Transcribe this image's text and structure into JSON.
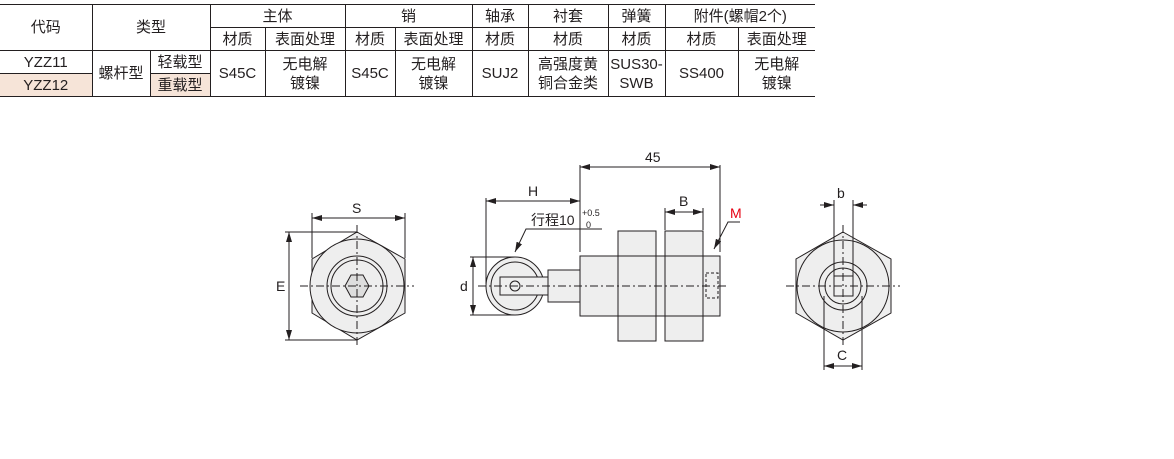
{
  "table": {
    "headers": {
      "code": "代码",
      "type": "类型",
      "body": "主体",
      "pin": "销",
      "bearing": "轴承",
      "bushing": "衬套",
      "spring": "弹簧",
      "accessory": "附件(螺帽2个)"
    },
    "subheaders": {
      "material": "材质",
      "surface": "表面处理"
    },
    "rows": [
      {
        "code": "YZZ11",
        "load": "轻载型"
      },
      {
        "code": "YZZ12",
        "load": "重载型"
      }
    ],
    "type_value": "螺杆型",
    "body_material": "S45C",
    "body_surface_1": "无电解",
    "body_surface_2": "镀镍",
    "pin_material": "S45C",
    "pin_surface_1": "无电解",
    "pin_surface_2": "镀镍",
    "bearing_material": "SUJ2",
    "bushing_material_1": "高强度黄",
    "bushing_material_2": "铜合金类",
    "spring_material_1": "SUS30-",
    "spring_material_2": "SWB",
    "acc_material": "SS400",
    "acc_surface_1": "无电解",
    "acc_surface_2": "镀镍"
  },
  "drawing": {
    "S": "S",
    "E": "E",
    "H": "H",
    "d": "d",
    "dim45": "45",
    "B": "B",
    "M": "M",
    "stroke": "行程10",
    "tol_upper": "+0.5",
    "tol_lower": "0",
    "b": "b",
    "C": "C",
    "accent": "#e60012"
  }
}
